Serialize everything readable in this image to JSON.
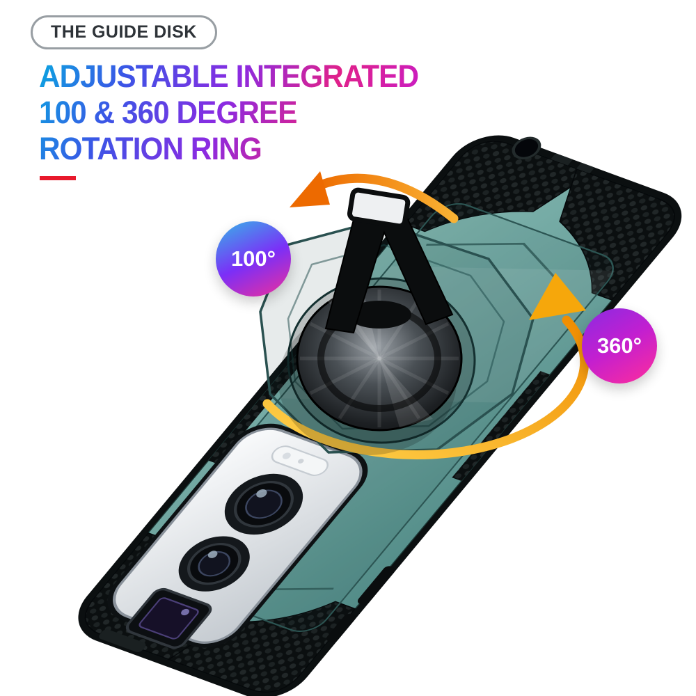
{
  "pill": {
    "label": "THE GUIDE DISK"
  },
  "headline": {
    "line1": "ADJUSTABLE INTEGRATED",
    "line2": "100 & 360 DEGREE",
    "line3": "ROTATION RING"
  },
  "callouts": {
    "rotation_small": "100°",
    "rotation_full": "360°"
  },
  "colors": {
    "accent_red": "#e8192c",
    "headline_gradient": [
      "#0aa6e0",
      "#3b55e6",
      "#8a2be2",
      "#e0218a",
      "#c21bd6"
    ],
    "badge_100_gradient": [
      "#35b6e8",
      "#7b2ff7",
      "#ef2f9a"
    ],
    "badge_360_gradient": [
      "#8a2be2",
      "#c21fd0",
      "#ff2d9b"
    ],
    "case_teal": "#6aa5a1",
    "case_armor_black": "#0c1011",
    "arrow_orange": "#ef7d00",
    "arrow_yellow": "#f6a70b"
  }
}
